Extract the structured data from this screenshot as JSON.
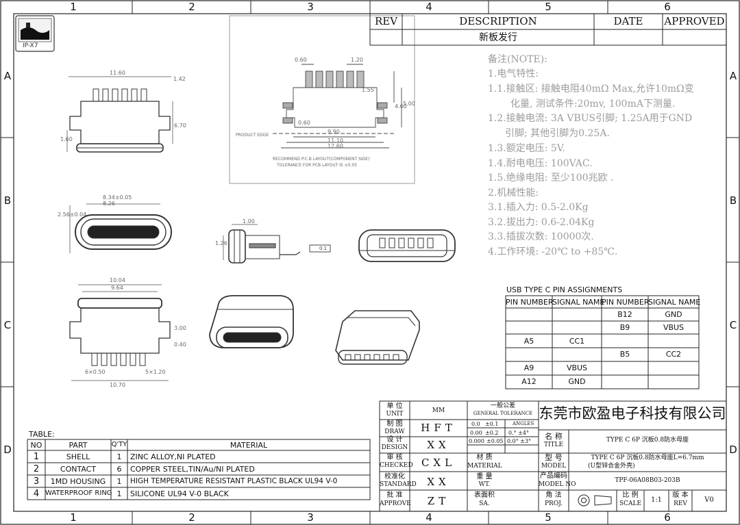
{
  "grid": {
    "cols": [
      "1",
      "2",
      "3",
      "4",
      "5",
      "6"
    ],
    "rows": [
      "A",
      "B",
      "C",
      "D"
    ]
  },
  "logo": {
    "caption": "IP-X7"
  },
  "revision": {
    "headers": [
      "REV",
      "DESCRIPTION",
      "DATE",
      "APPROVED"
    ],
    "row": {
      "rev": "",
      "description": "新板发行",
      "date": "",
      "approved": ""
    }
  },
  "notes": [
    "备注(NOTE):",
    "1.电气特性:",
    "1.1.接触区: 接触电阻40mΩ Max,允许10mΩ变",
    "化量, 测试条件:20mv, 100mA下测量.",
    "1.2.接触电流: 3A VBUS引脚; 1.25A用于GND",
    "引脚; 其他引脚为0.25A.",
    "1.3.额定电压: 5V.",
    "1.4.耐电电压: 100VAC.",
    "1.5.绝缘电阻: 至少100兆欧 .",
    "2.机械性能:",
    "3.1.插入力: 0.5-2.0Kg",
    "3.2.拔出力: 0.6-2.04Kg",
    "3.3.插拔次数: 10000次.",
    "4.工作环境: -20℃ to +85℃."
  ],
  "pin_table": {
    "title": "USB TYPE C PIN ASSIGNMENTS",
    "headers": [
      "PIN NUMBER",
      "SIGNAL NAME",
      "PIN NUMBER",
      "SIGNAL NAME"
    ],
    "rows": [
      [
        "",
        "",
        "B12",
        "GND"
      ],
      [
        "",
        "",
        "B9",
        "VBUS"
      ],
      [
        "A5",
        "CC1",
        "",
        ""
      ],
      [
        "",
        "",
        "B5",
        "CC2"
      ],
      [
        "A9",
        "VBUS",
        "",
        ""
      ],
      [
        "A12",
        "GND",
        "",
        ""
      ]
    ]
  },
  "parts_table": {
    "title": "TABLE:",
    "headers": [
      "NO",
      "PART",
      "Q'TY",
      "MATERIAL"
    ],
    "rows": [
      [
        "1",
        "SHELL",
        "1",
        "ZINC ALLOY,NI PLATED"
      ],
      [
        "2",
        "CONTACT",
        "6",
        "COPPER STEEL,TIN/Au/NI PLATED"
      ],
      [
        "3",
        "1MD HOUSING",
        "1",
        "HIGH TEMPERATURE RESISTANT PLASTIC BLACK UL94 V-0"
      ],
      [
        "4",
        "WATERPROOF RING",
        "1",
        "SILICONE UL94 V-0 BLACK"
      ]
    ]
  },
  "title_block": {
    "company": "东莞市欧盈电子科技有限公司",
    "unit_label": "单 位",
    "unit_label_en": "UNIT",
    "unit_value": "MM",
    "draw_label": "制 图",
    "draw_label_en": "DRAW",
    "draw_value": "HFT",
    "design_label": "设 计",
    "design_label_en": "DESIGN",
    "design_value": "XX",
    "checked_label": "审 核",
    "checked_label_en": "CHECKED",
    "checked_value": "CXL",
    "standard_label": "校准化",
    "standard_label_en": "STANDARD",
    "standard_value": "XX",
    "approve_label": "批 准",
    "approve_label_en": "APPROVE",
    "approve_value": "ZT",
    "tolerance_label": "一般公差",
    "tolerance_label_en": "GENERAL TOLERANCE",
    "tol_rows": [
      [
        "0.0",
        "±0.1"
      ],
      [
        "0.00",
        "±0.2"
      ],
      [
        "0.000",
        "±0.05"
      ]
    ],
    "angles_label": "ANGLES",
    "angles_rows": [
      "0.° ±4°",
      "0.0° ±3°"
    ],
    "material_label": "材 质",
    "material_label_en": "MATERIAL",
    "weight_label": "重 量",
    "weight_label_en": "WT.",
    "surface_label": "表面积",
    "surface_label_en": "SA.",
    "name_label": "名 称",
    "name_label_en": "TITLE",
    "name_value": "TYPE C 6P 沉板0.8防水母座",
    "model_label": "型 号",
    "model_label_en": "MODEL",
    "model_value_1": "TYPE C 6P 沉板0.8防水母座L=6.7mm",
    "model_value_2": "(U型锌合金外壳)",
    "model_no_label": "产品编码",
    "model_no_label_en": "MODEL NO",
    "model_no_value": "TPF-06A08B03-203B",
    "proj_label": "角 法",
    "proj_label_en": "PROJ.",
    "scale_label": "比 例",
    "scale_label_en": "SCALE",
    "scale_value": "1:1",
    "rev_label": "版 本",
    "rev_label_en": "REV",
    "rev_value": "V0"
  },
  "dims": {
    "top_w1": "11.60",
    "top_h1": "1.42",
    "top_h2": "6.70",
    "top_h3": "1.60",
    "side_w1": "8.34±0.05",
    "side_w2": "8.26",
    "side_h": "2.56±0.04",
    "pcb_a": "0.60",
    "pcb_b": "1.20",
    "pcb_c": "1.55",
    "pcb_d": "4.60",
    "pcb_e": "5.00",
    "pcb_f": "0.60",
    "pcb_w1": "9.90",
    "pcb_w2": "11.10",
    "pcb_w3": "12.60",
    "pcb_note1": "RECOMMEND P.C.B LAYOUT(COMPONENT SIDE)",
    "pcb_note2": "TOLERANCE FOR PCB LAYOUT IS ±0.05",
    "pcb_edge": "PRODUCT EDGE",
    "side_view_w": "1.00",
    "side_view_h": "1.26",
    "flatness": "0.1",
    "bottom_w1": "10.04",
    "bottom_w2": "9.64",
    "bottom_w3": "10.70",
    "bottom_p1": "6×0.50",
    "bottom_p2": "5×1.20",
    "bottom_h1": "3.00",
    "bottom_h2": "0.40"
  }
}
